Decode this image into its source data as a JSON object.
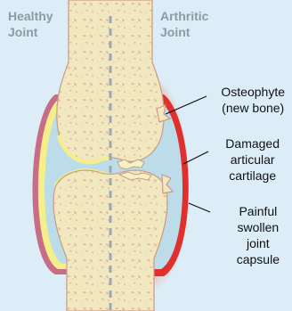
{
  "headings": {
    "left": [
      "Healthy",
      "Joint"
    ],
    "right": [
      "Arthritic",
      "Joint"
    ]
  },
  "callouts": {
    "osteophyte": [
      "Osteophyte",
      "(new bone)"
    ],
    "cartilage": [
      "Damaged",
      "articular",
      "cartilage"
    ],
    "capsule": [
      "Painful",
      "swollen",
      "joint",
      "capsule"
    ]
  },
  "colors": {
    "background": "#dcedf8",
    "bone": "#f1e8c0",
    "bone_texture": "#e2bca3",
    "healthy_capsule": "#c96d86",
    "inflamed_capsule": "#e0302b",
    "joint_fluid": "#bcdcea",
    "cartilage": "#f5ef8a",
    "divider": "#9aa8b4"
  }
}
